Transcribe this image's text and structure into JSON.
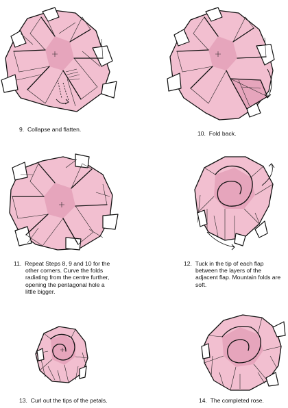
{
  "steps": [
    {
      "number": "9.",
      "lines": [
        "Collapse and flatten."
      ]
    },
    {
      "number": "10.",
      "lines": [
        "Fold back."
      ]
    },
    {
      "number": "11.",
      "lines": [
        "Repeat Steps 8, 9 and 10 for the",
        "other corners. Curve the folds",
        "radiating from the centre further,",
        "opening the pentagonal hole a",
        "little bigger."
      ]
    },
    {
      "number": "12.",
      "lines": [
        "Tuck in the tip of each flap",
        "between the layers of the",
        "adjacent flap. Mountain folds are",
        "soft."
      ]
    },
    {
      "number": "13.",
      "lines": [
        "Curl out the tips of the petals."
      ]
    },
    {
      "number": "14.",
      "lines": [
        "The completed rose."
      ]
    }
  ],
  "colors": {
    "paper": "#f2bfd0",
    "line": "#111111",
    "background": "#ffffff"
  }
}
